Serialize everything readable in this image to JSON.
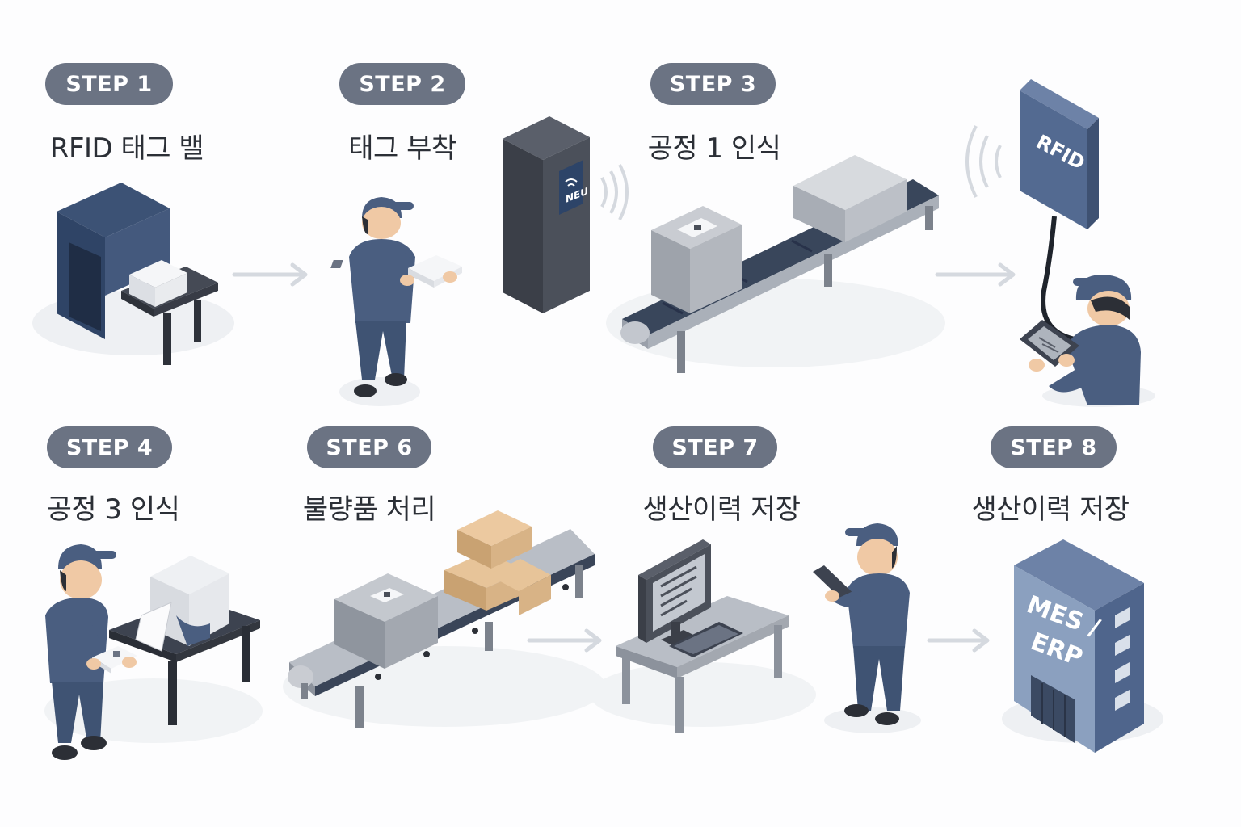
{
  "steps": [
    {
      "badge": "STEP 1",
      "title": "RFID 태그 밸"
    },
    {
      "badge": "STEP 2",
      "title": "태그 부착"
    },
    {
      "badge": "STEP 3",
      "title": "공정 1 인식"
    },
    {
      "badge": "STEP 4",
      "title": "공정 3 인식"
    },
    {
      "badge": "STEP 6",
      "title": "불량품 처리"
    },
    {
      "badge": "STEP 7",
      "title": "생산이력 저장"
    },
    {
      "badge": "STEP 8",
      "title": "생산이력 저장"
    }
  ],
  "labels": {
    "reader_logo": "NEU",
    "antenna": "RFID",
    "building_line1": "MES /",
    "building_line2": "ERP"
  },
  "colors": {
    "navy": "#4a5e80",
    "dark": "#3d4350",
    "badge": "#6b7383",
    "arrow": "#d5d9df"
  }
}
